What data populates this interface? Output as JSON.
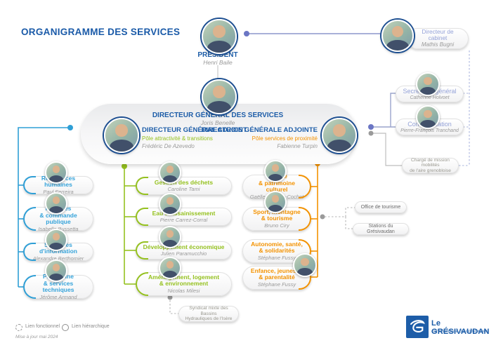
{
  "page": {
    "title": "ORGANIGRAMME DES SERVICES",
    "updated": "Mise à jour mai 2024"
  },
  "legend": {
    "functional": "Lien fonctionnel",
    "hierarchical": "Lien hiérarchique"
  },
  "logo": {
    "name": "Le GRÉSIVAUDAN",
    "subtitle": "communauté de communes"
  },
  "president": {
    "title": "PRÉSIDENT",
    "name": "Henri Baile"
  },
  "cabinet": {
    "title": "Directeur de cabinet",
    "name": "Mathis Bugni"
  },
  "dgs": {
    "title": "DIRECTEUR GÉNÉRAL DES SERVICES",
    "name": "Joris Benelle"
  },
  "dga_left": {
    "title": "DIRECTEUR GÉNÉRAL ADJOINT",
    "pole": "Pôle attractivité & transitions",
    "name": "Frédéric De Azevedo",
    "pole_color": "#95c11f"
  },
  "dga_right": {
    "title": "DIRECTRICE GÉNÉRALE ADJOINTE",
    "pole": "Pôle services de proximité",
    "name": "Fabienne Turpin",
    "pole_color": "#f39200"
  },
  "right_column": {
    "items": [
      {
        "label": "Secrétariat général",
        "name": "Catherine Holvoet"
      },
      {
        "label": "Communication",
        "name": "Pierre-François Tranchand"
      }
    ],
    "mission": "Chargé de mission mobilités\nde l'aire grenobloise"
  },
  "columns": {
    "blue": {
      "accent": "#2f9fd6",
      "items": [
        {
          "label": "Ressources humaines",
          "name": "Paul Ferreira"
        },
        {
          "label": "Finances\n& commande publique",
          "name": "Isabelle Bussetta"
        },
        {
          "label": "Systèmes d'information",
          "name": "Alexandre Berthomier"
        },
        {
          "label": "Patrimoine\n& services techniques",
          "name": "Jérôme Armand"
        }
      ]
    },
    "green": {
      "accent": "#95c11f",
      "items": [
        {
          "label": "Gestion des déchets",
          "name": "Caroline Tami"
        },
        {
          "label": "Eau & assainissement",
          "name": "Pierre Carrez-Corral"
        },
        {
          "label": "Développement économique",
          "name": "Julien Paramucchio"
        },
        {
          "label": "Aménagement, logement\n& environnement",
          "name": "Nicolas Milesi"
        }
      ]
    },
    "orange": {
      "accent": "#f39200",
      "items": [
        {
          "label": "Culture\n& patrimoine culturel",
          "name": "Gaëlle Berthou-Cochet"
        },
        {
          "label": "Sport, montagne\n& tourisme",
          "name": "Bruno Ciry"
        },
        {
          "label": "Autonomie, santé,\n& solidarités",
          "name": "Stéphane Fussy"
        },
        {
          "label": "Enfance, jeunesse\n& parentalité",
          "name": "Stéphane Fussy"
        }
      ]
    }
  },
  "satellites": {
    "syndicat": "Syndicat mixte des Bassins\nHydrauliques de l'Isère",
    "office": "Office de tourisme",
    "stations": "Stations du Grésivaudan"
  }
}
